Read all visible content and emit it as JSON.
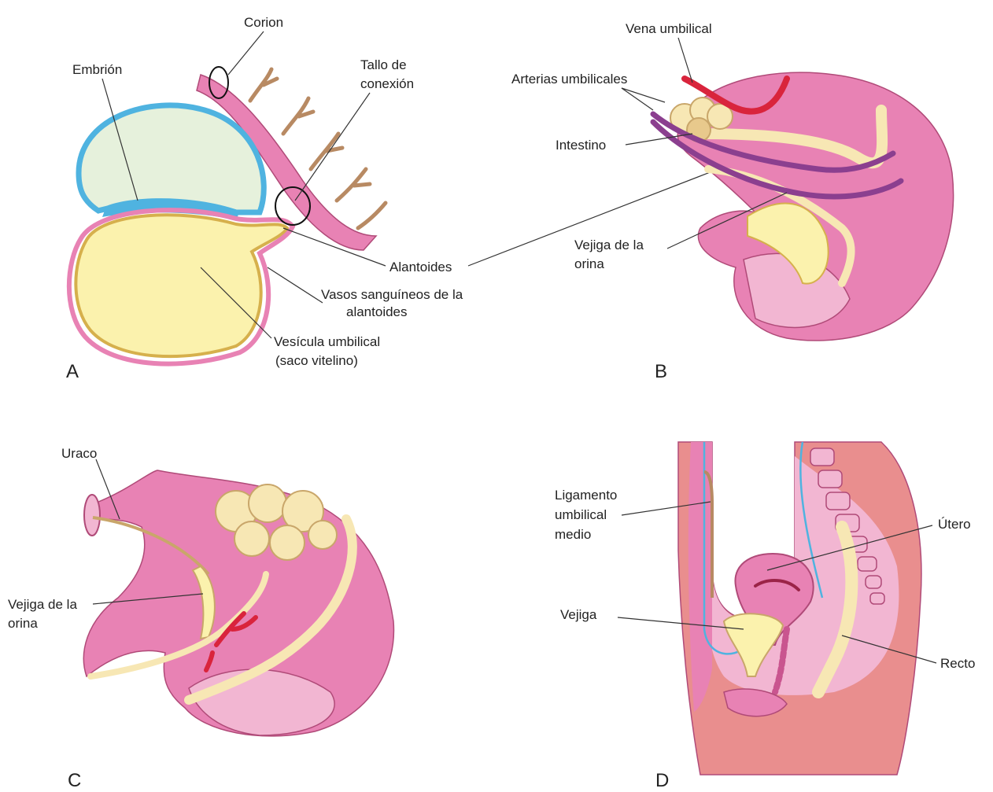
{
  "figure": {
    "colors": {
      "tissue_pink": "#e882b4",
      "tissue_light": "#f2b6d2",
      "tissue_dark": "#c9558f",
      "yolk_yellow": "#fbf2ad",
      "yolk_rim": "#d6b04c",
      "amnion_blue": "#4fb3e0",
      "amnion_fill": "#e6f1dc",
      "villi_brown": "#b88a63",
      "vein_red": "#d9243c",
      "artery_purple": "#8b3f8f",
      "gut_cream": "#f7e7b4",
      "wall_salmon": "#e98e8e"
    },
    "panels": {
      "a": {
        "letter": "A",
        "labels": {
          "corion": "Corion",
          "embrion": "Embrión",
          "tallo_1": "Tallo de",
          "tallo_2": "conexión",
          "alantoides": "Alantoides",
          "vasos_1": "Vasos sanguíneos de la",
          "vasos_2": "alantoides",
          "vesicula_1": "Vesícula umbilical",
          "vesicula_2": "(saco vitelino)"
        }
      },
      "b": {
        "letter": "B",
        "labels": {
          "vena": "Vena umbilical",
          "arterias": "Arterias umbilicales",
          "intestino": "Intestino",
          "vejiga_1": "Vejiga de la",
          "vejiga_2": "orina"
        }
      },
      "c": {
        "letter": "C",
        "labels": {
          "uraco": "Uraco",
          "vejiga_1": "Vejiga de la",
          "vejiga_2": "orina"
        }
      },
      "d": {
        "letter": "D",
        "labels": {
          "ligamento_1": "Ligamento",
          "ligamento_2": "umbilical",
          "ligamento_3": "medio",
          "utero": "Útero",
          "vejiga": "Vejiga",
          "recto": "Recto"
        }
      }
    }
  }
}
